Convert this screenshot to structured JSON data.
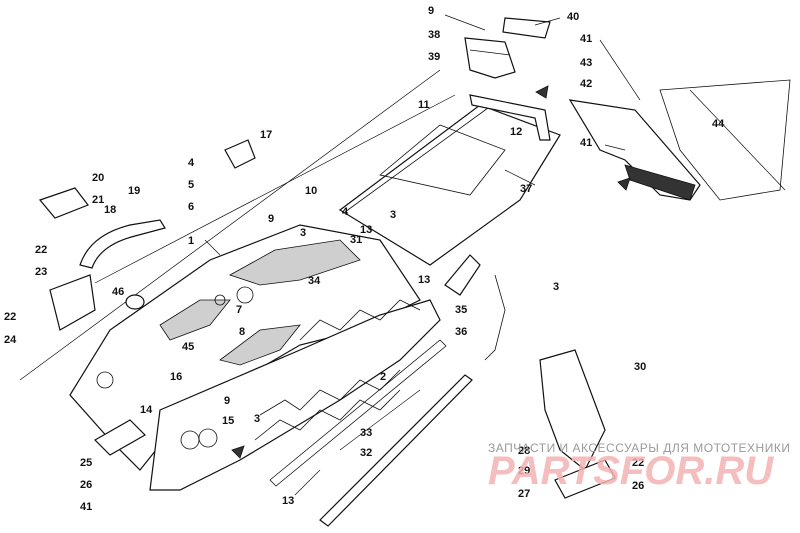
{
  "diagram": {
    "callouts": [
      {
        "id": "c9a",
        "label": "9"
      },
      {
        "id": "c40",
        "label": "40"
      },
      {
        "id": "c38",
        "label": "38"
      },
      {
        "id": "c39",
        "label": "39"
      },
      {
        "id": "c41a",
        "label": "41"
      },
      {
        "id": "c43",
        "label": "43"
      },
      {
        "id": "c42",
        "label": "42"
      },
      {
        "id": "c41b",
        "label": "41"
      },
      {
        "id": "c44",
        "label": "44"
      },
      {
        "id": "c11",
        "label": "11"
      },
      {
        "id": "c12",
        "label": "12"
      },
      {
        "id": "c17",
        "label": "17"
      },
      {
        "id": "c4a",
        "label": "4"
      },
      {
        "id": "c5",
        "label": "5"
      },
      {
        "id": "c6",
        "label": "6"
      },
      {
        "id": "c10",
        "label": "10"
      },
      {
        "id": "c37",
        "label": "37"
      },
      {
        "id": "c20",
        "label": "20"
      },
      {
        "id": "c19",
        "label": "19"
      },
      {
        "id": "c21",
        "label": "21"
      },
      {
        "id": "c18",
        "label": "18"
      },
      {
        "id": "c1",
        "label": "1"
      },
      {
        "id": "c4b",
        "label": "4"
      },
      {
        "id": "c3a",
        "label": "3"
      },
      {
        "id": "c9b",
        "label": "9"
      },
      {
        "id": "c3b",
        "label": "3"
      },
      {
        "id": "c31",
        "label": "31"
      },
      {
        "id": "c13a",
        "label": "13"
      },
      {
        "id": "c22a",
        "label": "22"
      },
      {
        "id": "c23",
        "label": "23"
      },
      {
        "id": "c34",
        "label": "34"
      },
      {
        "id": "c13b",
        "label": "13"
      },
      {
        "id": "c3c",
        "label": "3"
      },
      {
        "id": "c46",
        "label": "46"
      },
      {
        "id": "c7",
        "label": "7"
      },
      {
        "id": "c35",
        "label": "35"
      },
      {
        "id": "c22b",
        "label": "22"
      },
      {
        "id": "c24",
        "label": "24"
      },
      {
        "id": "c8",
        "label": "8"
      },
      {
        "id": "c45",
        "label": "45"
      },
      {
        "id": "c36",
        "label": "36"
      },
      {
        "id": "c16",
        "label": "16"
      },
      {
        "id": "c2",
        "label": "2"
      },
      {
        "id": "c30",
        "label": "30"
      },
      {
        "id": "c14",
        "label": "14"
      },
      {
        "id": "c9c",
        "label": "9"
      },
      {
        "id": "c15",
        "label": "15"
      },
      {
        "id": "c3d",
        "label": "3"
      },
      {
        "id": "c33",
        "label": "33"
      },
      {
        "id": "c32",
        "label": "32"
      },
      {
        "id": "c25",
        "label": "25"
      },
      {
        "id": "c28",
        "label": "28"
      },
      {
        "id": "c22c",
        "label": "22"
      },
      {
        "id": "c29",
        "label": "29"
      },
      {
        "id": "c26a",
        "label": "26"
      },
      {
        "id": "c26b",
        "label": "26"
      },
      {
        "id": "c27",
        "label": "27"
      },
      {
        "id": "c41c",
        "label": "41"
      },
      {
        "id": "c13c",
        "label": "13"
      }
    ]
  },
  "watermark": {
    "tagline": "ЗАПЧАСТИ И АКСЕССУАРЫ ДЛЯ МОТОТЕХНИКИ",
    "logo": "PARTSFOR.RU"
  },
  "colors": {
    "ink": "#111111",
    "watermark_red": "#f3b3b3",
    "watermark_gray": "#9a9a9a",
    "background": "#ffffff"
  }
}
